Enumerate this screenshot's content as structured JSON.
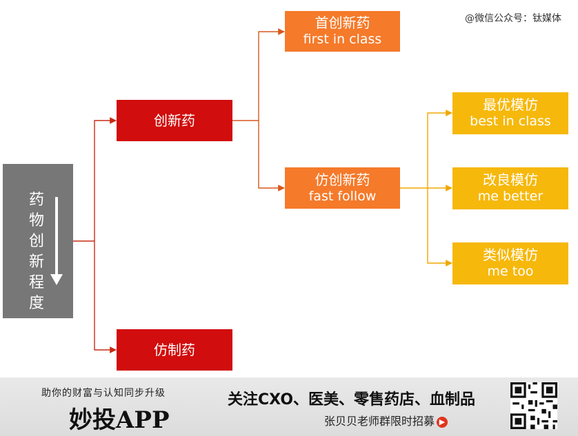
{
  "watermark": "@微信公众号：钛媒体",
  "root": {
    "text": "药物创新程度"
  },
  "innovative": {
    "text": "创新药"
  },
  "generic": {
    "text": "仿制药"
  },
  "first_in_class": {
    "zh": "首创新药",
    "en": "first in class"
  },
  "fast_follow": {
    "zh": "仿创新药",
    "en": "fast follow"
  },
  "best_in_class": {
    "zh": "最优模仿",
    "en": "best in class"
  },
  "me_better": {
    "zh": "改良模仿",
    "en": "me better"
  },
  "me_too": {
    "zh": "类似模仿",
    "en": "me too"
  },
  "colors": {
    "root": "#777777",
    "red": "#d10d0d",
    "orange": "#f57a2a",
    "yellow": "#f6b80b"
  },
  "banner": {
    "tagline": "助你的财富与认知同步升级",
    "app_name": "妙投APP",
    "headline": "关注CXO、医美、零售药店、血制品",
    "subline": "张贝贝老师群限时招募",
    "arrow_icon": "arrow-right-circle-icon",
    "qr_icon": "qr-code-icon"
  }
}
